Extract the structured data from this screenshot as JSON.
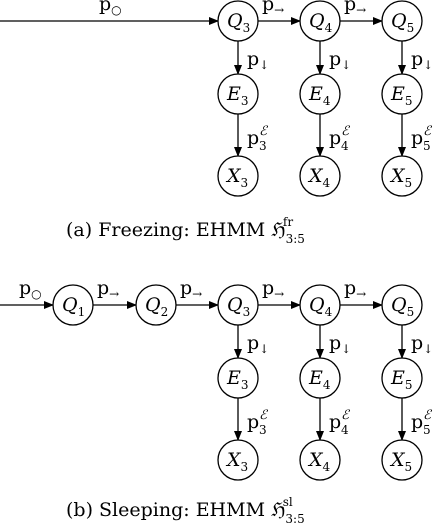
{
  "edge_labels": {
    "start": "p",
    "start_sub": "○",
    "right": "p",
    "right_sub": "→",
    "down": "p",
    "down_sub": "↓",
    "emit": "p",
    "emit_sup": "ℰ"
  },
  "panels": [
    {
      "caption": "(a) Freezing: EHMM ℌ",
      "caption_sub": "3:5",
      "caption_sup": "fr",
      "chain": [
        {
          "letter": "Q",
          "index": "3",
          "emit": true
        },
        {
          "letter": "Q",
          "index": "4",
          "emit": true
        },
        {
          "letter": "Q",
          "index": "5",
          "emit": true
        }
      ]
    },
    {
      "caption": "(b) Sleeping: EHMM ℌ",
      "caption_sub": "3:5",
      "caption_sup": "sl",
      "chain": [
        {
          "letter": "Q",
          "index": "1",
          "emit": false
        },
        {
          "letter": "Q",
          "index": "2",
          "emit": false
        },
        {
          "letter": "Q",
          "index": "3",
          "emit": true
        },
        {
          "letter": "Q",
          "index": "4",
          "emit": true
        },
        {
          "letter": "Q",
          "index": "5",
          "emit": true
        }
      ]
    }
  ],
  "emission_letter": "E",
  "observation_letter": "X"
}
